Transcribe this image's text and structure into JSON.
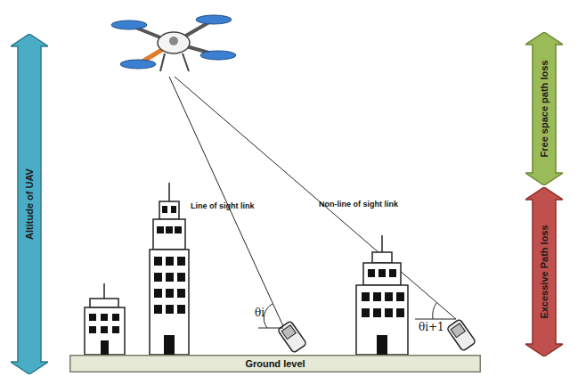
{
  "diagram": {
    "nodes": [
      {
        "text": [
          "Altitude of UAV"
        ]
      },
      {
        "text": [
          "Free space path loss"
        ]
      },
      {
        "text": [
          "Excessive Path loss"
        ]
      },
      {
        "text": [
          "Ground level"
        ]
      }
    ],
    "labels": [
      "Line of sight link",
      "Non-line of sight link",
      "θi",
      "θi+1"
    ]
  }
}
